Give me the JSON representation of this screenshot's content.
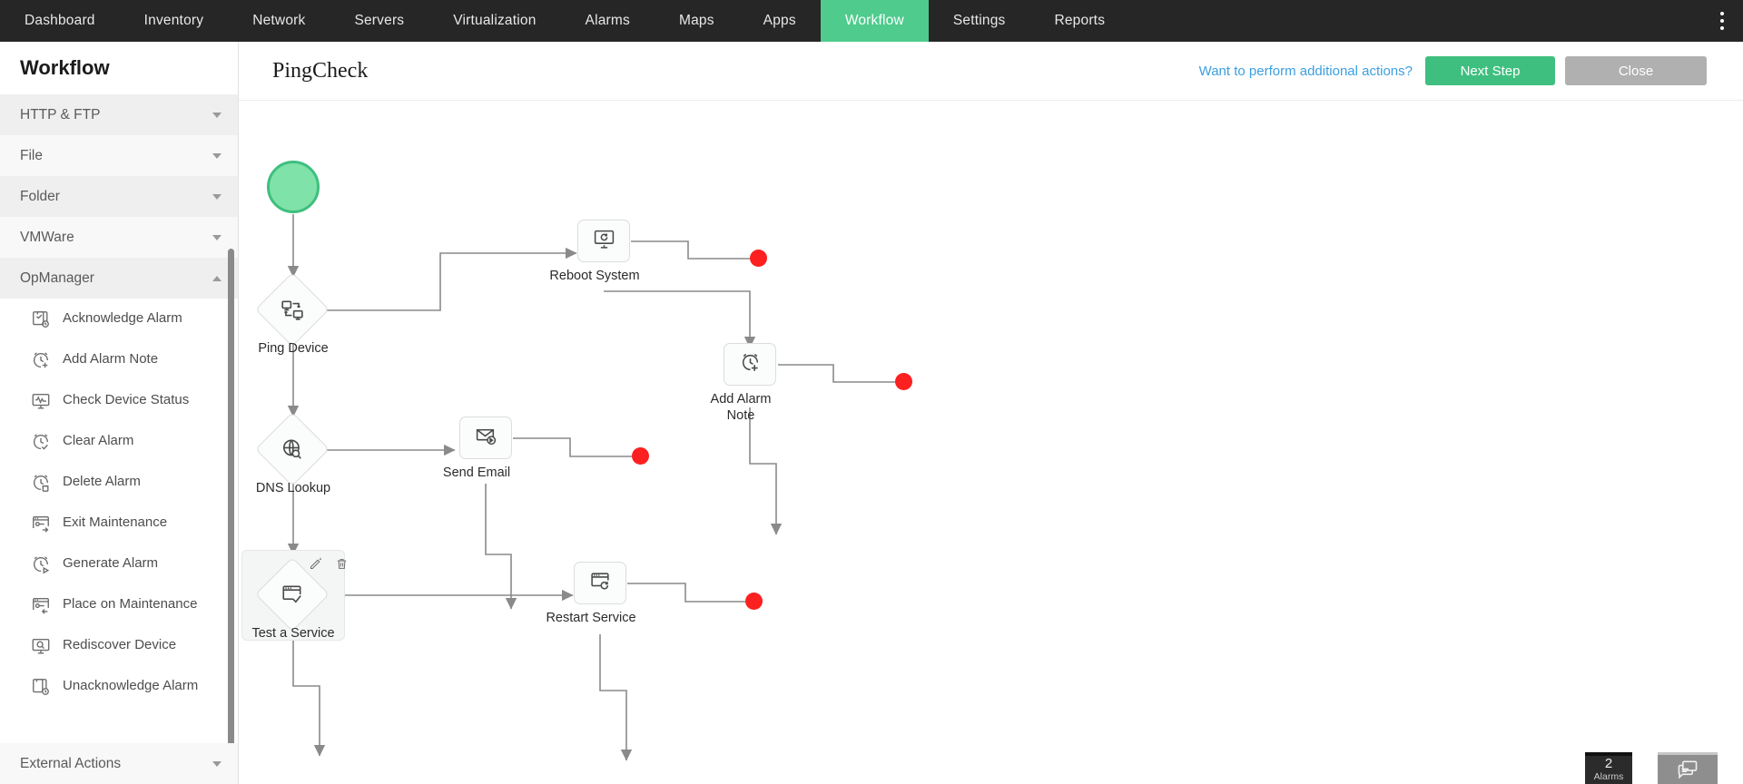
{
  "topnav": {
    "items": [
      {
        "label": "Dashboard",
        "active": false
      },
      {
        "label": "Inventory",
        "active": false
      },
      {
        "label": "Network",
        "active": false
      },
      {
        "label": "Servers",
        "active": false
      },
      {
        "label": "Virtualization",
        "active": false
      },
      {
        "label": "Alarms",
        "active": false
      },
      {
        "label": "Maps",
        "active": false
      },
      {
        "label": "Apps",
        "active": false
      },
      {
        "label": "Workflow",
        "active": true
      },
      {
        "label": "Settings",
        "active": false
      },
      {
        "label": "Reports",
        "active": false
      }
    ],
    "kebab_icon": "more-vertical-icon",
    "active_color": "#4ecb8d",
    "background": "#262626"
  },
  "sidebar": {
    "title": "Workflow",
    "groups": [
      {
        "label": "HTTP & FTP",
        "expanded": false,
        "caret": "chevron-down-icon"
      },
      {
        "label": "File",
        "expanded": false,
        "caret": "chevron-down-icon"
      },
      {
        "label": "Folder",
        "expanded": false,
        "caret": "chevron-down-icon"
      },
      {
        "label": "VMWare",
        "expanded": false,
        "caret": "chevron-down-icon"
      },
      {
        "label": "OpManager",
        "expanded": true,
        "caret": "chevron-up-icon"
      }
    ],
    "opmanager_items": [
      {
        "label": "Acknowledge Alarm",
        "icon": "acknowledge-alarm-icon"
      },
      {
        "label": "Add Alarm Note",
        "icon": "clock-plus-icon"
      },
      {
        "label": "Check Device Status",
        "icon": "monitor-pulse-icon"
      },
      {
        "label": "Clear Alarm",
        "icon": "clock-check-icon"
      },
      {
        "label": "Delete Alarm",
        "icon": "clock-trash-icon"
      },
      {
        "label": "Exit Maintenance",
        "icon": "wrench-window-out-icon"
      },
      {
        "label": "Generate Alarm",
        "icon": "clock-play-icon"
      },
      {
        "label": "Place on Maintenance",
        "icon": "wrench-window-in-icon"
      },
      {
        "label": "Rediscover Device",
        "icon": "monitor-search-icon"
      },
      {
        "label": "Unacknowledge Alarm",
        "icon": "copy-clock-icon"
      }
    ],
    "bottom_group": {
      "label": "External Actions",
      "expanded": false,
      "caret": "chevron-down-icon"
    }
  },
  "header": {
    "title": "PingCheck",
    "hint": "Want to perform additional actions?",
    "next_step_label": "Next Step",
    "close_label": "Close",
    "primary_color": "#3fbf7f",
    "muted_color": "#b0b0b0",
    "link_color": "#3b9fe0"
  },
  "workflow": {
    "start_node": {
      "name": "start",
      "type": "start",
      "color": "#7fe2a8"
    },
    "nodes": [
      {
        "id": "ping-device",
        "label": "Ping Device",
        "shape": "diamond",
        "icon": "ping-device-icon"
      },
      {
        "id": "reboot-system",
        "label": "Reboot System",
        "shape": "square",
        "icon": "monitor-restart-icon"
      },
      {
        "id": "dns-lookup",
        "label": "DNS Lookup",
        "shape": "diamond",
        "icon": "globe-search-icon"
      },
      {
        "id": "send-email",
        "label": "Send Email",
        "shape": "square",
        "icon": "mail-send-icon"
      },
      {
        "id": "add-alarm-note",
        "label": "Add Alarm Note",
        "shape": "square",
        "icon": "clock-plus-icon"
      },
      {
        "id": "test-service",
        "label": "Test a Service",
        "shape": "diamond",
        "icon": "window-check-icon",
        "selected": true
      },
      {
        "id": "restart-service",
        "label": "Restart Service",
        "shape": "square",
        "icon": "window-restart-icon"
      }
    ],
    "endpoints": [
      {
        "for": "reboot-system",
        "color": "#fc2020"
      },
      {
        "for": "add-alarm-note",
        "color": "#fc2020"
      },
      {
        "for": "send-email",
        "color": "#fc2020"
      },
      {
        "for": "restart-service",
        "color": "#fc2020"
      }
    ],
    "selected_node_tools": [
      {
        "name": "edit-icon",
        "label": "Edit"
      },
      {
        "name": "delete-icon",
        "label": "Delete"
      }
    ]
  },
  "statusbar": {
    "alarms_count": "2",
    "alarms_label": "Alarms",
    "chat_icon": "chat-bubbles-icon"
  }
}
